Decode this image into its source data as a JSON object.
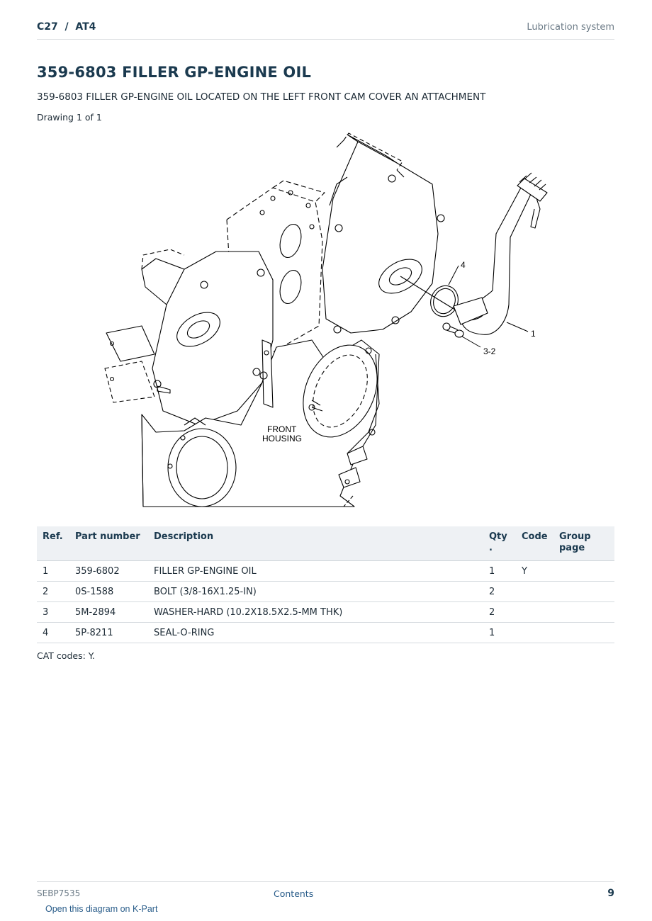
{
  "header": {
    "model": "C27  /  AT4",
    "section": "Lubrication system"
  },
  "title": "359-6803 FILLER GP-ENGINE OIL",
  "subtitle": "359-6803 FILLER GP-ENGINE OIL LOCATED ON THE LEFT FRONT CAM COVER AN ATTACHMENT",
  "drawing_label": "Drawing 1 of 1",
  "diagram": {
    "callout_1": "1",
    "callout_4": "4",
    "callout_3_2": "3-2",
    "label_line1": "FRONT",
    "label_line2": "HOUSING"
  },
  "table": {
    "headers": {
      "ref": "Ref.",
      "part_number": "Part number",
      "description": "Description",
      "qty_line1": "Qty",
      "qty_line2": ".",
      "code": "Code",
      "group_line1": "Group",
      "group_line2": "page"
    },
    "rows": [
      {
        "ref": "1",
        "part_number": "359-6802",
        "description": "FILLER GP-ENGINE OIL",
        "qty": "1",
        "code": "Y",
        "group_page": ""
      },
      {
        "ref": "2",
        "part_number": "0S-1588",
        "description": "BOLT (3/8-16X1.25-IN)",
        "qty": "2",
        "code": "",
        "group_page": ""
      },
      {
        "ref": "3",
        "part_number": "5M-2894",
        "description": "WASHER-HARD (10.2X18.5X2.5-MM THK)",
        "qty": "2",
        "code": "",
        "group_page": ""
      },
      {
        "ref": "4",
        "part_number": "5P-8211",
        "description": "SEAL-O-RING",
        "qty": "1",
        "code": "",
        "group_page": ""
      }
    ]
  },
  "cat_codes": "CAT codes: Y.",
  "footer": {
    "doc_number": "SEBP7535",
    "contents_link": "Contents",
    "page_number": "9"
  },
  "kpart_link": "Open this diagram on K-Part"
}
